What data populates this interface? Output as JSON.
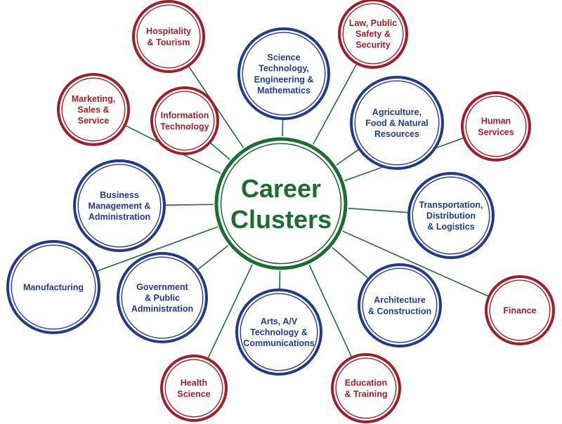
{
  "colors": {
    "green": "#1e6b35",
    "blue": "#233a8c",
    "red": "#9e1f2b",
    "line": "#1e6b35",
    "background": "#ffffff"
  },
  "center": {
    "lines": [
      "Career",
      "Clusters"
    ]
  },
  "clusters": [
    {
      "key": "hospitality",
      "lines": [
        "Hospitality",
        "& Tourism"
      ],
      "color": "red"
    },
    {
      "key": "stem",
      "lines": [
        "Science",
        "Technology,",
        "Engineering &",
        "Mathematics"
      ],
      "color": "blue"
    },
    {
      "key": "law",
      "lines": [
        "Law, Public",
        "Safety &",
        "Security"
      ],
      "color": "red"
    },
    {
      "key": "marketing",
      "lines": [
        "Marketing,",
        "Sales &",
        "Service"
      ],
      "color": "red"
    },
    {
      "key": "information-technology",
      "lines": [
        "Information",
        "Technology"
      ],
      "color": "red"
    },
    {
      "key": "agriculture",
      "lines": [
        "Agriculture,",
        "Food & Natural",
        "Resources"
      ],
      "color": "blue"
    },
    {
      "key": "human-services",
      "lines": [
        "Human",
        "Services"
      ],
      "color": "red"
    },
    {
      "key": "business",
      "lines": [
        "Business",
        "Management &",
        "Administration"
      ],
      "color": "blue"
    },
    {
      "key": "transportation",
      "lines": [
        "Transportation,",
        "Distribution",
        "& Logistics"
      ],
      "color": "blue"
    },
    {
      "key": "manufacturing",
      "lines": [
        "Manufacturing"
      ],
      "color": "blue"
    },
    {
      "key": "government",
      "lines": [
        "Government",
        "& Public",
        "Administration"
      ],
      "color": "blue"
    },
    {
      "key": "architecture",
      "lines": [
        "Architecture",
        "& Construction"
      ],
      "color": "blue"
    },
    {
      "key": "finance",
      "lines": [
        "Finance"
      ],
      "color": "red"
    },
    {
      "key": "arts",
      "lines": [
        "Arts, A/V",
        "Technology &",
        "Communications"
      ],
      "color": "blue"
    },
    {
      "key": "health-science",
      "lines": [
        "Health",
        "Science"
      ],
      "color": "red"
    },
    {
      "key": "education",
      "lines": [
        "Education",
        "& Training"
      ],
      "color": "red"
    }
  ]
}
